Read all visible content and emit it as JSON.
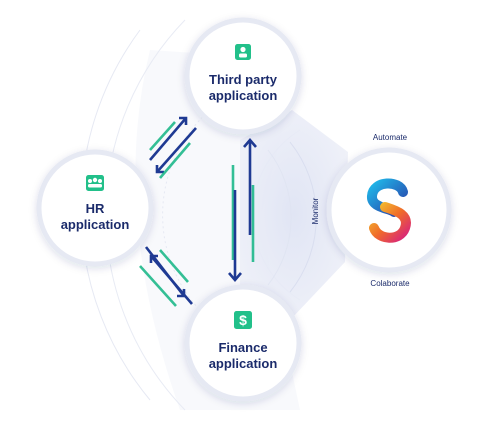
{
  "nodes": {
    "third_party": {
      "line1": "Third party",
      "line2": "application",
      "icon": "person-icon"
    },
    "hr": {
      "line1": "HR",
      "line2": "application",
      "icon": "people-group-icon"
    },
    "finance": {
      "line1": "Finance",
      "line2": "application",
      "icon": "dollar-icon"
    },
    "hub": {
      "icon": "s-logo"
    }
  },
  "hub_labels": {
    "automate": "Automate",
    "monitor": "Monitor",
    "colaborate": "Colaborate"
  },
  "colors": {
    "navy": "#1b2b6b",
    "arrow_blue": "#1f3a93",
    "teal": "#12b584",
    "icon_green": "#22c08a",
    "ring": "#e3e7f4",
    "cone": "#e9ecf6"
  }
}
